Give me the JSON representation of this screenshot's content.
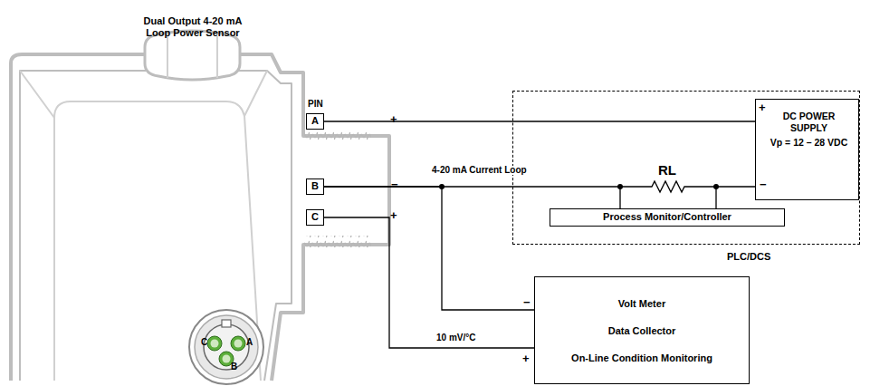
{
  "diagram": {
    "nodes": [
      {
        "text": [
          "Dual Output 4-20 mA Loop Power Sensor"
        ]
      },
      {
        "text": [
          "A"
        ],
        "in": 0
      },
      {
        "text": [
          "B"
        ],
        "in": 0
      },
      {
        "text": [
          "C"
        ],
        "in": 0
      },
      {
        "text": [
          "PLC/DCS"
        ]
      },
      {
        "text": [
          "DC POWER SUPPLY",
          "Vp = 12 – 28 VDC"
        ],
        "in": 4
      },
      {
        "text": [
          "Process Monitor/Controller"
        ],
        "in": 4
      },
      {
        "text": [
          "Volt Meter",
          "Data Collector",
          "On-Line Condition Monitoring"
        ]
      }
    ],
    "edges": [
      {
        "from": 1,
        "to": 5,
        "arrow": "none"
      },
      {
        "from": 2,
        "to": 6,
        "arrow": "none",
        "label": "4-20 mA Current Loop"
      },
      {
        "from": 6,
        "to": 5,
        "arrow": "none"
      },
      {
        "from": 2,
        "to": 7,
        "arrow": "none"
      },
      {
        "from": 3,
        "to": 7,
        "arrow": "none",
        "label": "10 mV/°C"
      }
    ],
    "labels": [
      "PIN",
      "+",
      "−",
      "+",
      "+",
      "−",
      "RL",
      "−",
      "+",
      "C",
      "A",
      "B"
    ]
  }
}
